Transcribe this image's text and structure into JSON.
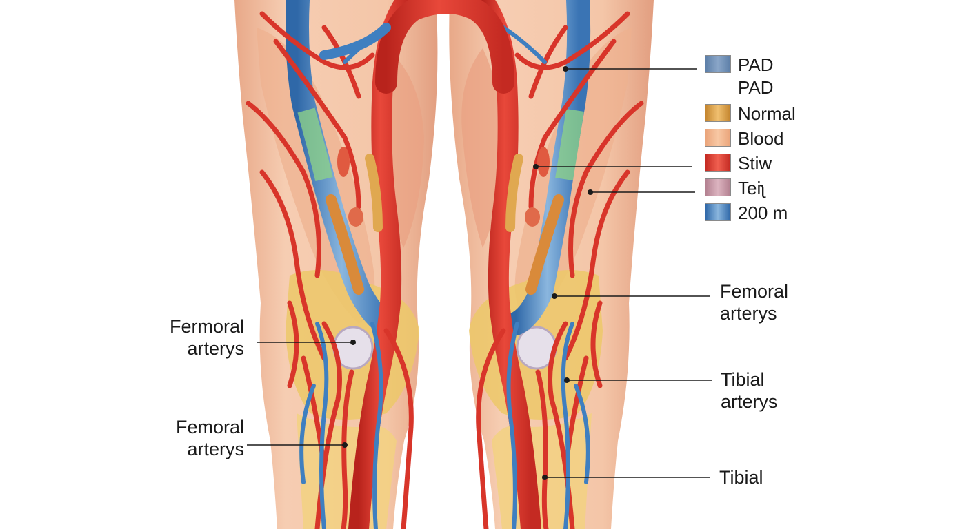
{
  "legend": {
    "items": [
      {
        "label": "PAD",
        "color": "#6f8fb5"
      },
      {
        "label": "PAD",
        "color": ""
      },
      {
        "label": "Normal",
        "color": "#d9a04a"
      },
      {
        "label": "Blood",
        "color": "#f0b48a"
      },
      {
        "label": "Stiw",
        "color": "#d8352a"
      },
      {
        "label": "Teiʅ",
        "color": "#c89aa6"
      },
      {
        "label": "200 m",
        "color": "#3f7fc0"
      }
    ]
  },
  "callouts": {
    "right_femoral": [
      "Femoral",
      "arterys"
    ],
    "right_tibial": [
      "Tibial",
      "arterys"
    ],
    "right_tibial_lower": "Tibial",
    "left_fermoral": [
      "Fermoral",
      "arterys"
    ],
    "left_femoral": [
      "Femoral",
      "arterys"
    ]
  },
  "colors": {
    "skin": "#f2c7a8",
    "skin_shadow": "#e4a98a",
    "artery": "#d8352a",
    "artery_light": "#ef6a55",
    "vein": "#3f7fc0",
    "vein_light": "#8ab6de",
    "bone_yellow": "#ecc869",
    "leader": "#1a1a1a"
  }
}
